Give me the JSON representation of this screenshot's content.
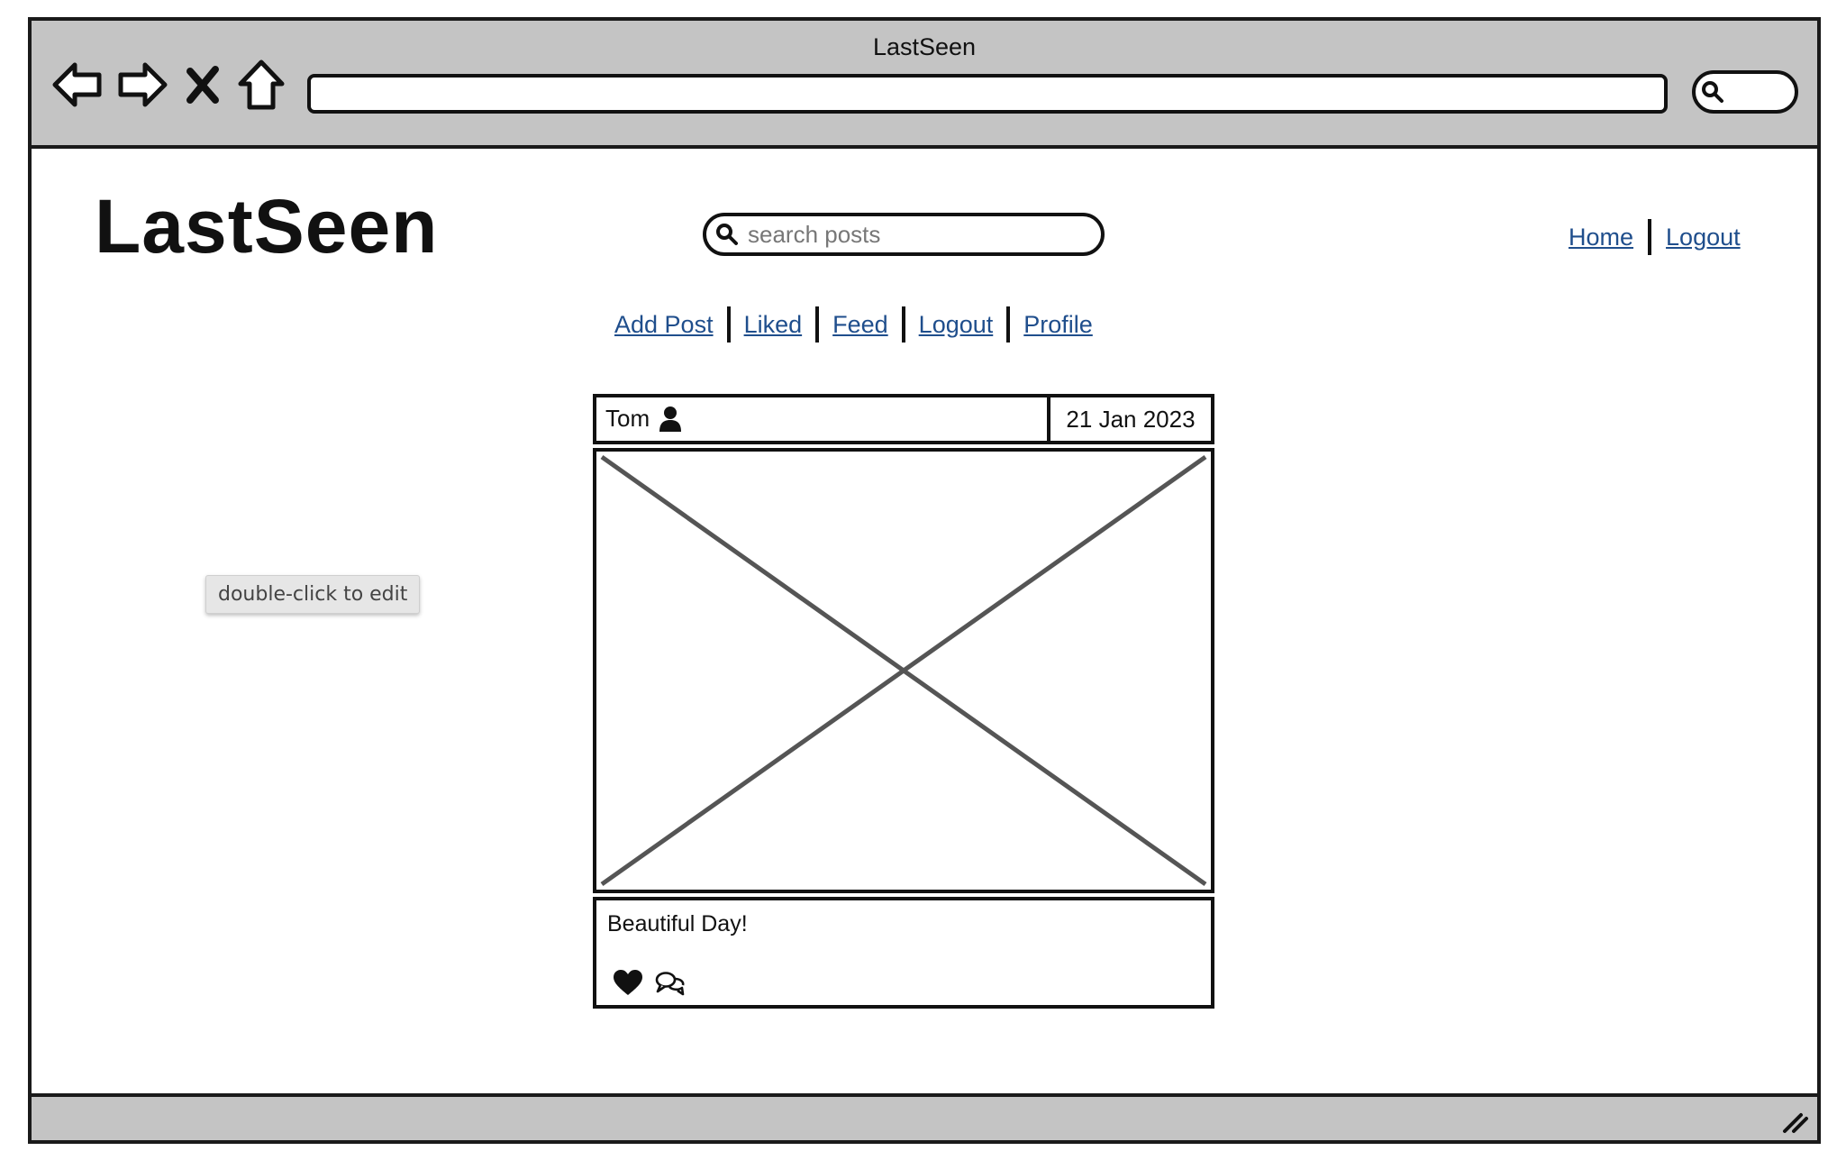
{
  "window": {
    "title": "LastSeen",
    "url": ""
  },
  "site": {
    "logo": "LastSeen",
    "search": {
      "placeholder": "search posts",
      "value": ""
    },
    "top_nav": [
      {
        "label": "Home"
      },
      {
        "label": "Logout"
      }
    ],
    "sub_nav": [
      {
        "label": "Add Post"
      },
      {
        "label": "Liked"
      },
      {
        "label": "Feed"
      },
      {
        "label": "Logout"
      },
      {
        "label": "Profile"
      }
    ]
  },
  "post": {
    "author": "Tom",
    "date": "21 Jan 2023",
    "caption": "Beautiful Day!",
    "image": "placeholder-image",
    "actions": [
      "heart-icon",
      "comment-icon"
    ]
  },
  "tooltip": {
    "text": "double-click to edit"
  },
  "colors": {
    "chrome": "#c4c4c4",
    "link": "#1f4e8c",
    "stroke": "#111111",
    "placeholder_x": "#555555"
  }
}
